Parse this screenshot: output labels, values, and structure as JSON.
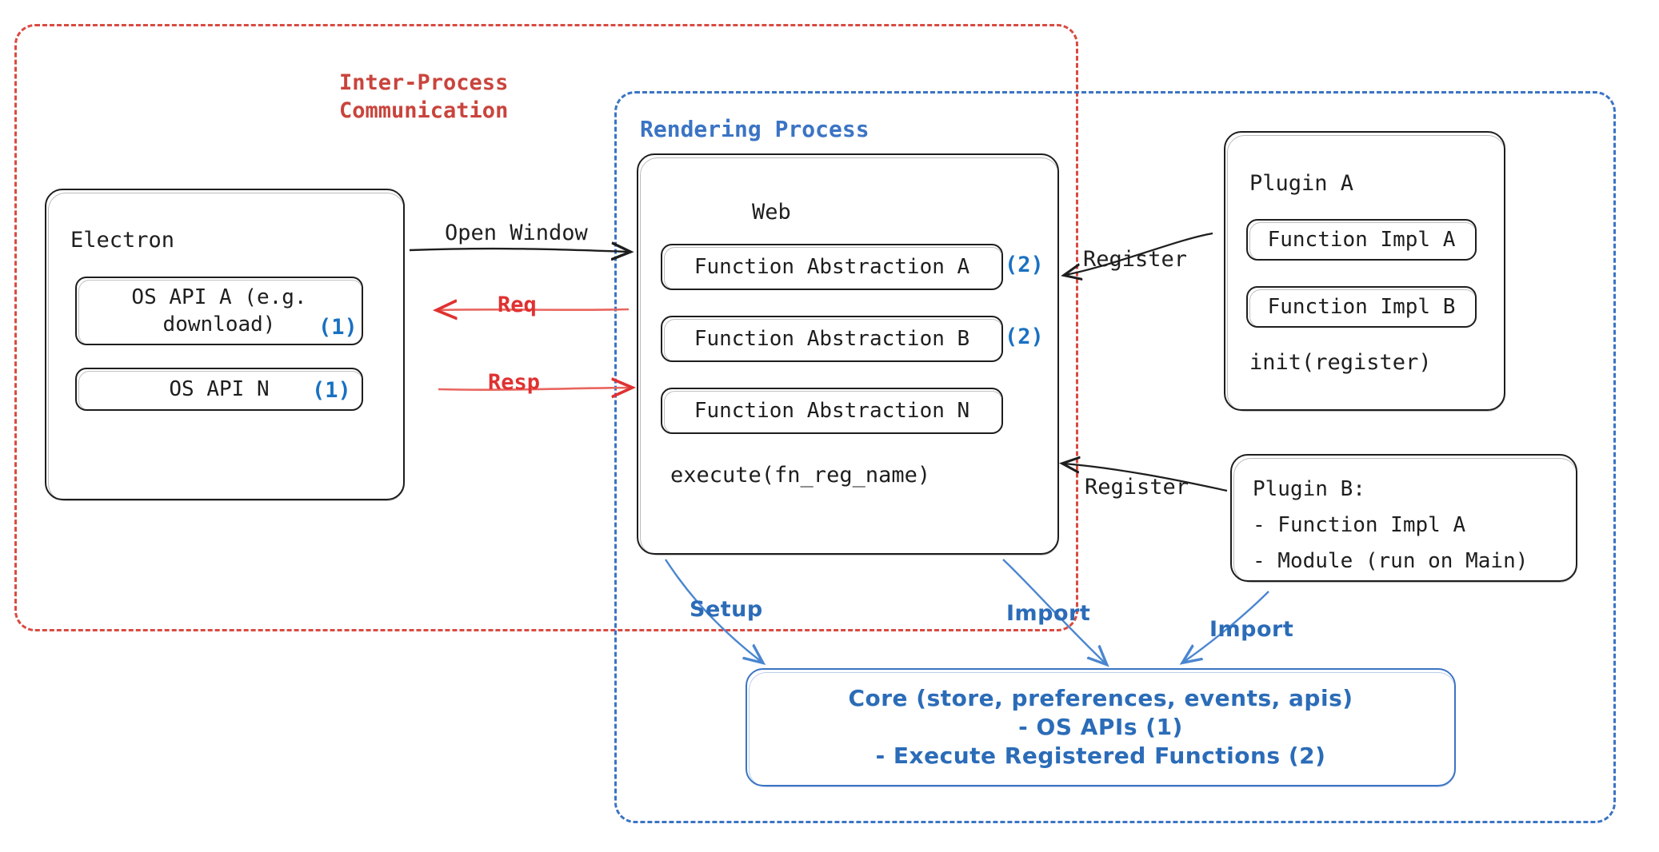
{
  "diagram": {
    "groups": {
      "ipc": {
        "label": "Inter-Process\nCommunication",
        "color": "#c9443c"
      },
      "rendering": {
        "label": "Rendering Process",
        "color": "#3b74c4"
      }
    },
    "electron": {
      "title": "Electron",
      "apis": [
        {
          "label": "OS API A (e.g.\ndownload)",
          "marker": "(1)"
        },
        {
          "label": "OS API N",
          "marker": "(1)"
        }
      ]
    },
    "web": {
      "title": "Web",
      "abstractions": [
        {
          "label": "Function Abstraction A",
          "marker": "(2)"
        },
        {
          "label": "Function Abstraction B",
          "marker": "(2)"
        },
        {
          "label": "Function Abstraction N",
          "marker": ""
        }
      ],
      "footer": "execute(fn_reg_name)"
    },
    "plugin_a": {
      "title": "Plugin A",
      "items": [
        "Function Impl A",
        "Function Impl B"
      ],
      "footer": "init(register)"
    },
    "plugin_b": {
      "text": "Plugin B:\n- Function Impl A\n- Module (run on Main)"
    },
    "core": {
      "text": "Core (store, preferences, events, apis)\n- OS APIs (1)\n- Execute Registered Functions (2)",
      "color": "#2b6cb8"
    },
    "edges": {
      "open_window": "Open Window",
      "req": "Req",
      "resp": "Resp",
      "register_1": "Register",
      "register_2": "Register",
      "setup": "Setup",
      "import_1": "Import",
      "import_2": "Import"
    },
    "colors": {
      "red": "#e03131",
      "blue": "#3b74c4",
      "ink": "#1e1e1e",
      "marker_blue": "#1971c2"
    }
  }
}
